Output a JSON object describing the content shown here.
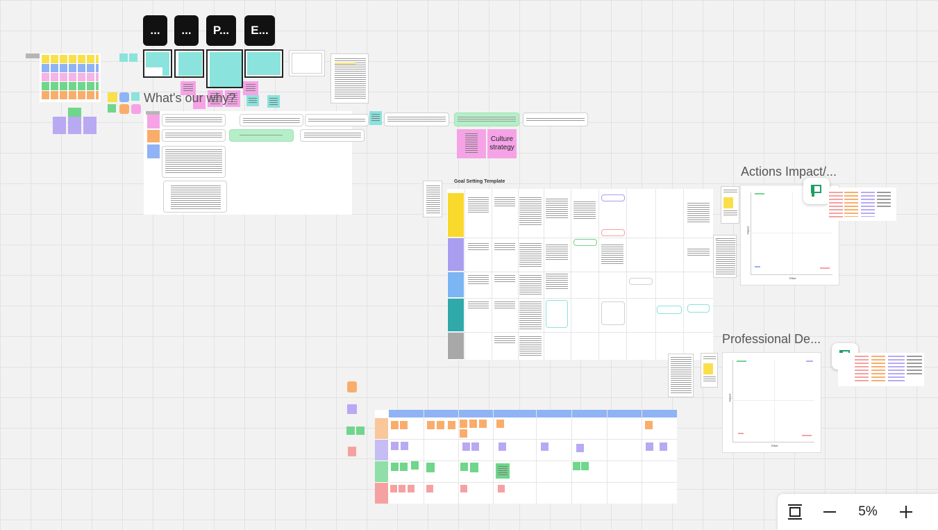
{
  "toolbar_tiles": [
    {
      "label": "..."
    },
    {
      "label": "..."
    },
    {
      "label": "P..."
    },
    {
      "label": "E..."
    }
  ],
  "frames": {
    "why": {
      "title": "What's our why?"
    },
    "culture": {
      "label": "Culture strategy"
    },
    "goal": {
      "title": "Goal Setting Template"
    },
    "actions": {
      "title": "Actions Impact/...",
      "xlabel": "Effort",
      "ylabel": "Impact"
    },
    "prof": {
      "title": "Professional De...",
      "xlabel": "Effort",
      "ylabel": "Impact"
    }
  },
  "zoom": {
    "value": "5%"
  },
  "icons": {
    "fit": "fit-to-screen-icon",
    "minus": "zoom-out-icon",
    "plus": "zoom-in-icon",
    "badge": "board-widget-icon"
  },
  "colors": {
    "yellow": "#f9e04b",
    "blue": "#8fb3f5",
    "pink": "#f5a3e6",
    "green": "#6fd68b",
    "orange": "#f9ad6b",
    "purple": "#b9a9f2",
    "teal": "#8ae3dc",
    "red": "#f6a1a1"
  }
}
